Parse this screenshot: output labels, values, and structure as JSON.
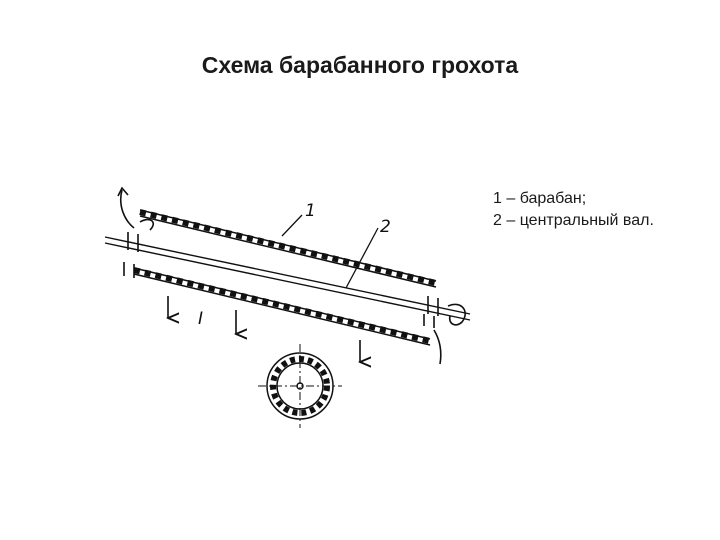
{
  "title": "Схема барабанного грохота",
  "legend": {
    "items": [
      "1 – барабан;",
      "2 – центральный вал."
    ]
  },
  "callouts": {
    "drum": "1",
    "shaft": "2",
    "feed": "I"
  },
  "colors": {
    "ink": "#111111",
    "background": "#ffffff"
  }
}
